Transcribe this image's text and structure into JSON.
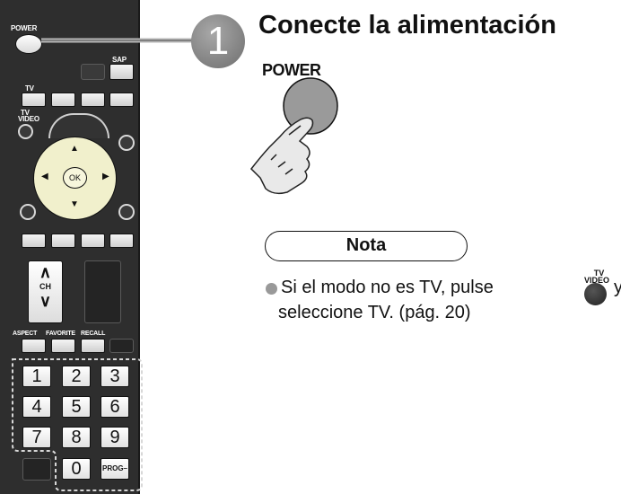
{
  "remote": {
    "power": "POWER",
    "sap": "SAP",
    "tv": "TV",
    "tv_video_line1": "TV",
    "tv_video_line2": "VIDEO",
    "ok": "OK",
    "ch": "CH",
    "ch_up": "∧",
    "ch_down": "∨",
    "aspect": "ASPECT",
    "favorite": "FAVORITE",
    "recall": "RECALL",
    "digits": [
      "1",
      "2",
      "3",
      "4",
      "5",
      "6",
      "7",
      "8",
      "9",
      "0"
    ],
    "prog": "PROG–"
  },
  "step": {
    "number": "1",
    "title": "Conecte la alimentación",
    "power_label": "POWER"
  },
  "note": {
    "heading": "Nota",
    "line1": "Si el modo no es TV, pulse",
    "line1_tail": "y",
    "line2": "seleccione TV. (pág. 20)",
    "icon_line1": "TV",
    "icon_line2": "VIDEO"
  },
  "colors": {
    "remote_body": "#2e2e2e",
    "step_circle": "#8a8a8a",
    "nav_ring": "#f1f0cc"
  }
}
